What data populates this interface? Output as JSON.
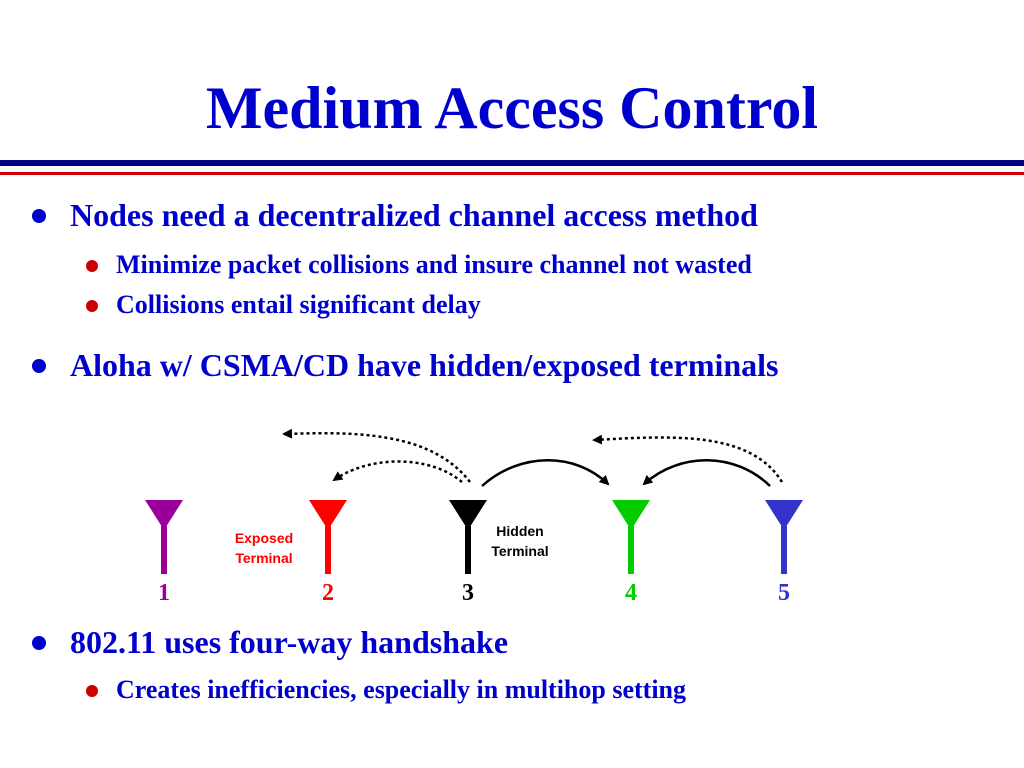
{
  "title": "Medium Access Control",
  "bullets": [
    {
      "text": "Nodes need a decentralized channel access method",
      "sub": [
        "Minimize packet collisions and insure channel not wasted",
        "Collisions entail significant delay"
      ]
    },
    {
      "text": "Aloha w/ CSMA/CD have hidden/exposed terminals",
      "sub": []
    },
    {
      "text": "802.11 uses four-way handshake",
      "sub": [
        "Creates inefficiencies, especially in multihop setting"
      ]
    }
  ],
  "diagram": {
    "nodes": [
      {
        "label": "1",
        "color": "#990099"
      },
      {
        "label": "2",
        "color": "#ff0000"
      },
      {
        "label": "3",
        "color": "#000000"
      },
      {
        "label": "4",
        "color": "#00cc00"
      },
      {
        "label": "5",
        "color": "#3333cc"
      }
    ],
    "exposed_label": [
      "Exposed",
      "Terminal"
    ],
    "hidden_label": [
      "Hidden",
      "Terminal"
    ],
    "exposed_color": "#ff0000",
    "hidden_color": "#000000"
  },
  "colors": {
    "title": "#0000cc",
    "text": "#0000cc",
    "sub_bullet": "#cc0000",
    "rule_top": "#000080",
    "rule_bottom": "#cc0000"
  }
}
